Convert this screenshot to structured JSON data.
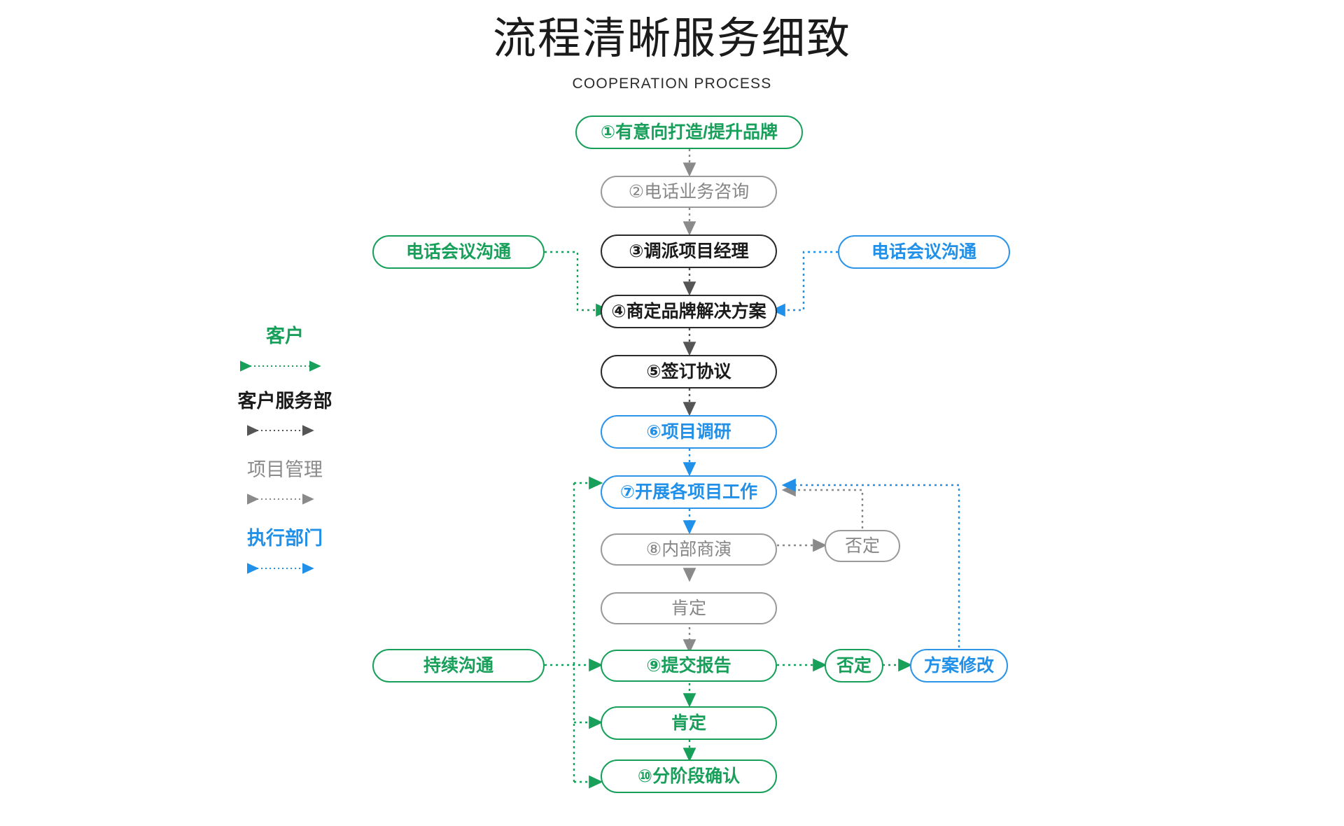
{
  "header": {
    "title": "流程清晰服务细致",
    "subtitle": "COOPERATION PROCESS"
  },
  "colors": {
    "green": "#18a05b",
    "blue": "#2090e8",
    "gray": "#868686",
    "black": "#1b1b1b"
  },
  "lanes": [
    {
      "label": "客户",
      "color": "green"
    },
    {
      "label": "客户服务部",
      "color": "black"
    },
    {
      "label": "项目管理",
      "color": "gray"
    },
    {
      "label": "执行部门",
      "color": "blue"
    }
  ],
  "steps": [
    {
      "id": "step-1",
      "label": "①有意向打造/提升品牌",
      "color": "green"
    },
    {
      "id": "step-2",
      "label": "②电话业务咨询",
      "color": "gray"
    },
    {
      "id": "step-3",
      "label": "③调派项目经理",
      "color": "black"
    },
    {
      "id": "step-4",
      "label": "④商定品牌解决方案",
      "color": "black"
    },
    {
      "id": "step-5",
      "label": "⑤签订协议",
      "color": "black"
    },
    {
      "id": "step-6",
      "label": "⑥项目调研",
      "color": "blue"
    },
    {
      "id": "step-7",
      "label": "⑦开展各项目工作",
      "color": "blue"
    },
    {
      "id": "step-8",
      "label": "⑧内部商演",
      "color": "gray"
    },
    {
      "id": "step-8b",
      "label": "肯定",
      "color": "gray"
    },
    {
      "id": "step-9",
      "label": "⑨提交报告",
      "color": "green"
    },
    {
      "id": "step-9b",
      "label": "肯定",
      "color": "green"
    },
    {
      "id": "step-10",
      "label": "⑩分阶段确认",
      "color": "green"
    }
  ],
  "side": {
    "call_left": {
      "label": "电话会议沟通",
      "color": "green"
    },
    "call_right": {
      "label": "电话会议沟通",
      "color": "blue"
    },
    "ongoing": {
      "label": "持续沟通",
      "color": "green"
    },
    "reject_top": {
      "label": "否定",
      "color": "gray"
    },
    "reject_mid": {
      "label": "否定",
      "color": "green"
    },
    "revise": {
      "label": "方案修改",
      "color": "blue"
    }
  }
}
